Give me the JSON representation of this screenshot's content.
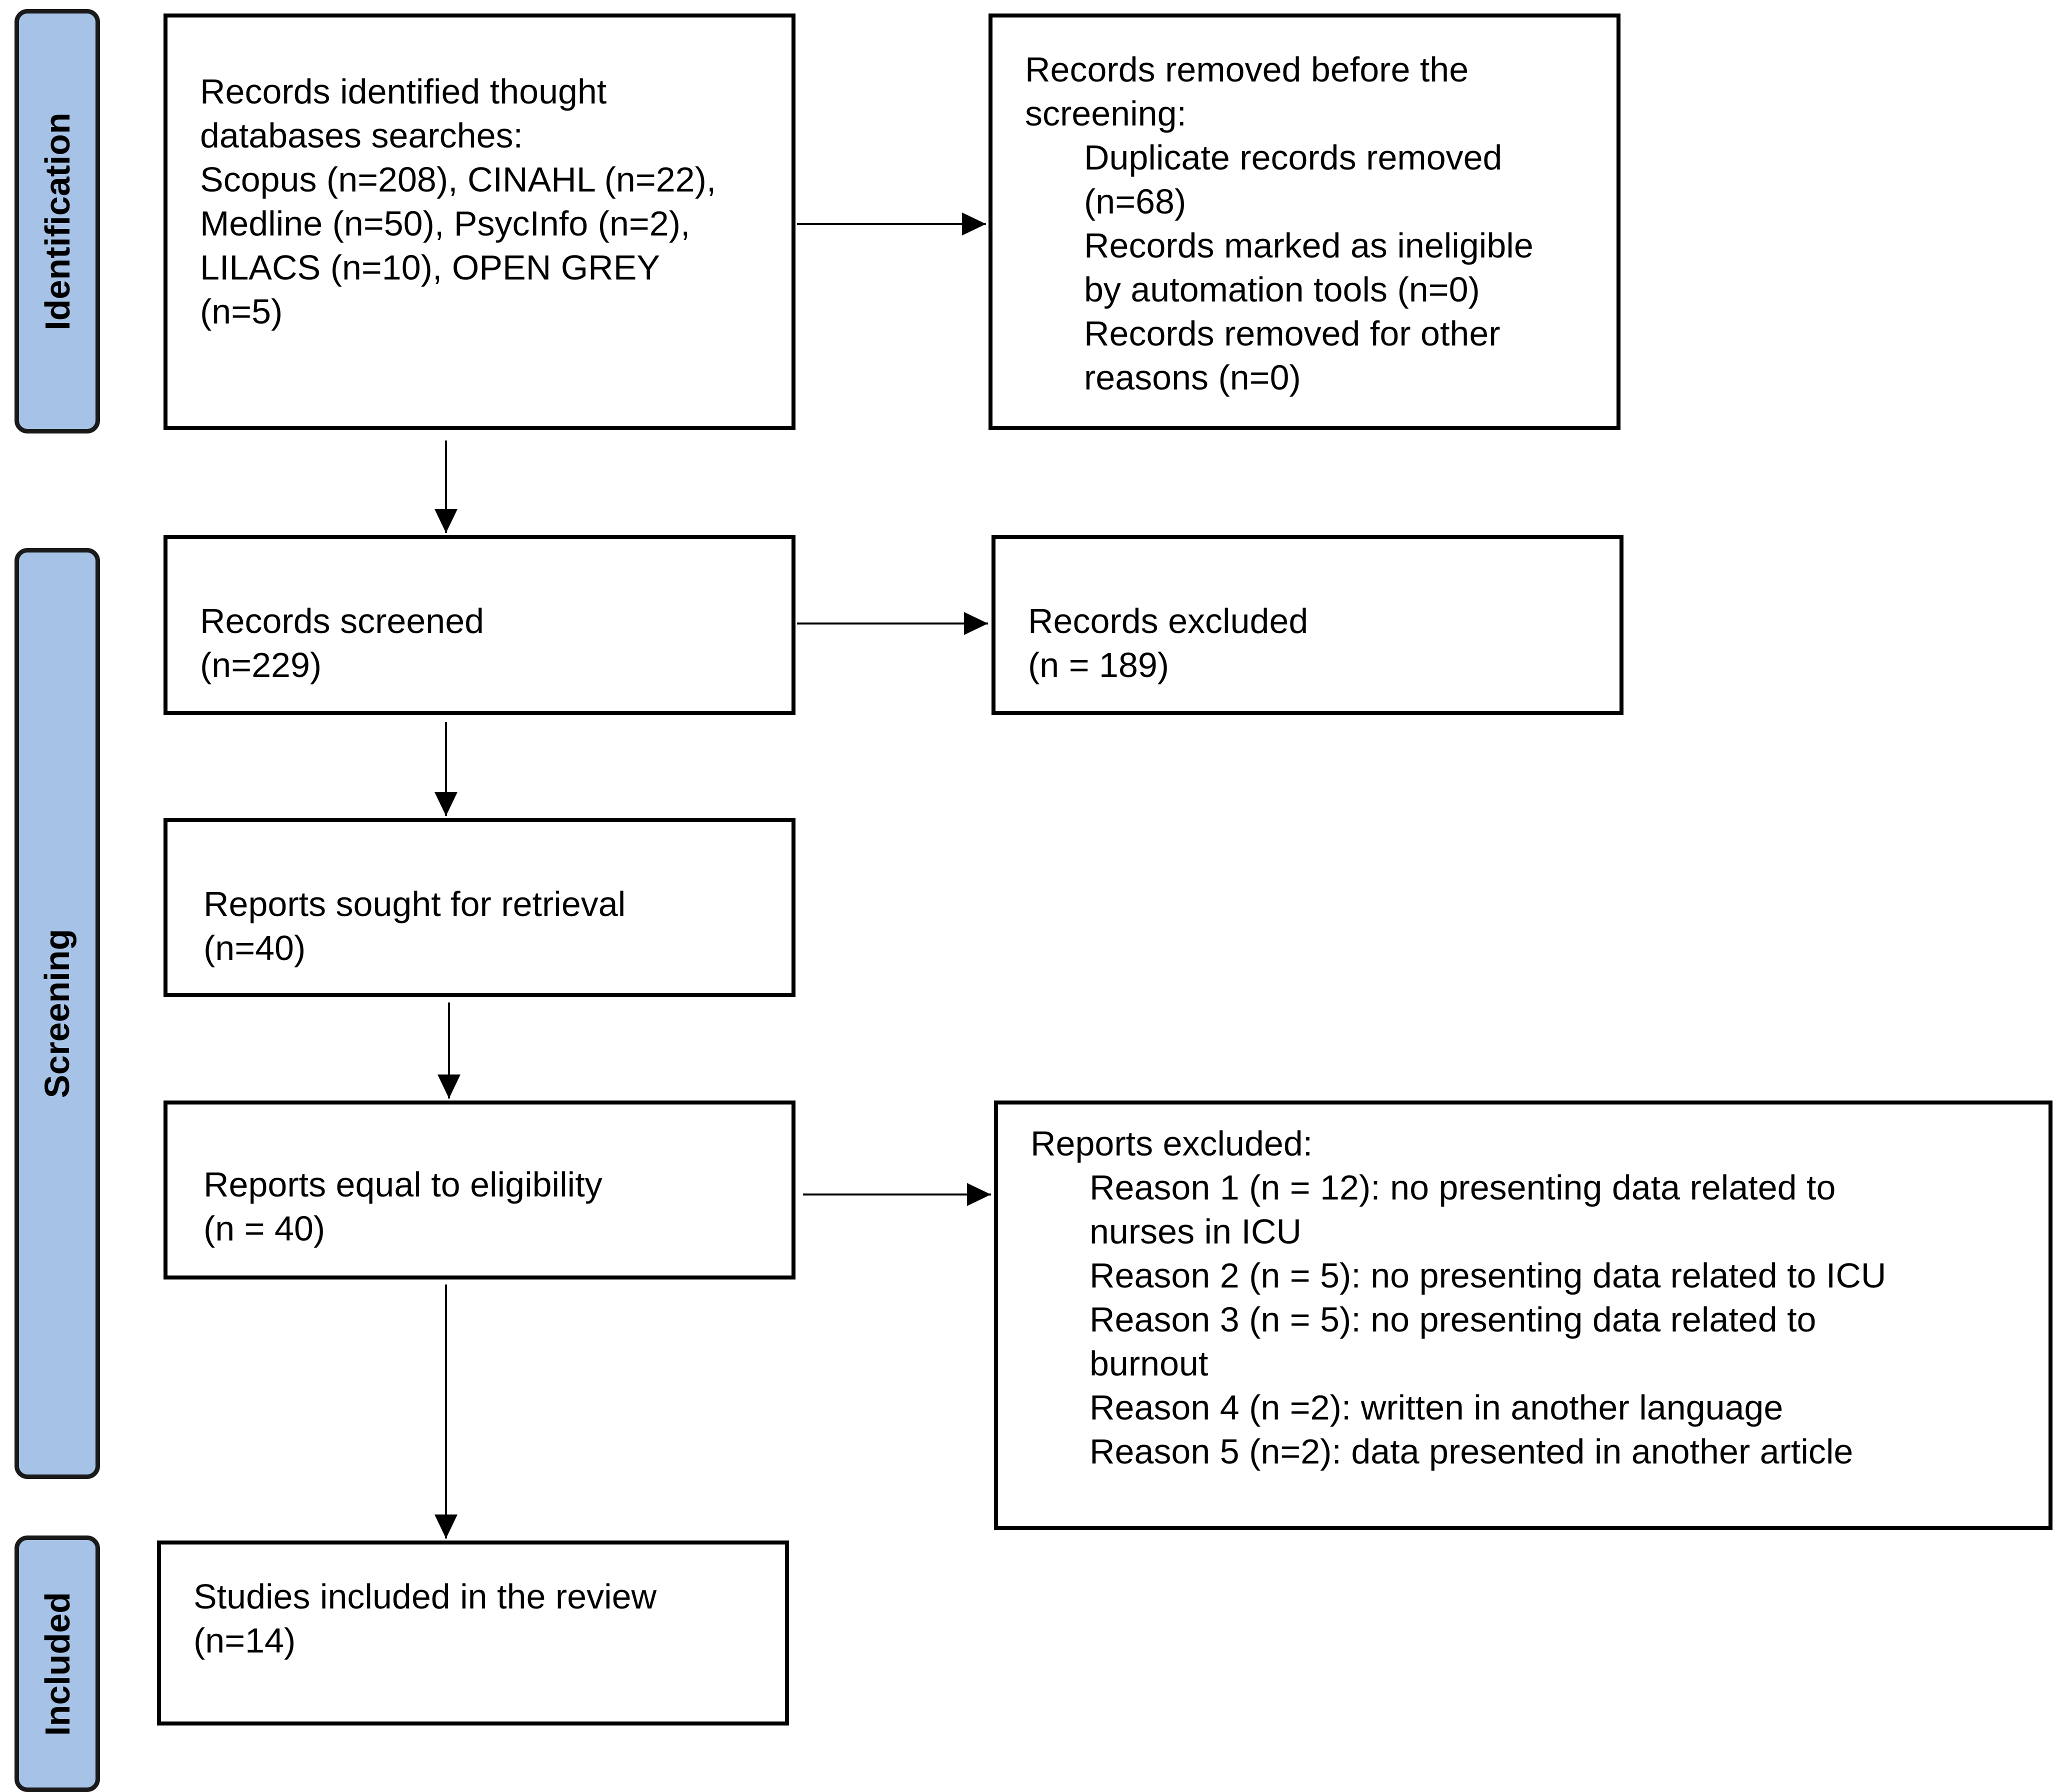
{
  "phases": {
    "identification": "Identification",
    "screening": "Screening",
    "included": "Included"
  },
  "boxes": {
    "identified": {
      "lines": [
        "Records identified thought",
        "databases searches:",
        "Scopus (n=208), CINAHL (n=22),",
        "Medline (n=50), PsycInfo (n=2),",
        "LILACS (n=10), OPEN GREY",
        "(n=5)"
      ]
    },
    "removed_before": {
      "heading": [
        "Records removed before the",
        "screening:"
      ],
      "items": [
        "Duplicate records removed",
        "(n=68)",
        "Records marked as ineligible",
        "by automation tools (n=0)",
        "Records removed for other",
        "reasons (n=0)"
      ]
    },
    "screened": {
      "lines": [
        "Records screened",
        "(n=229)"
      ]
    },
    "excluded": {
      "lines": [
        "Records excluded",
        "(n = 189)"
      ]
    },
    "sought": {
      "lines": [
        "Reports sought for retrieval",
        "(n=40)"
      ]
    },
    "eligibility": {
      "lines": [
        "Reports equal to eligibility",
        "(n = 40)"
      ]
    },
    "reports_excluded": {
      "heading": [
        "Reports excluded:"
      ],
      "items": [
        "Reason 1 (n = 12): no presenting data related to",
        "nurses in ICU",
        "Reason 2 (n = 5): no presenting data related to ICU",
        "Reason 3 (n = 5): no presenting data related to",
        "burnout",
        "Reason 4 (n =2): written in another language",
        "Reason 5 (n=2): data presented in another article"
      ]
    },
    "included": {
      "lines": [
        "Studies included in the review",
        "(n=14)"
      ]
    }
  }
}
